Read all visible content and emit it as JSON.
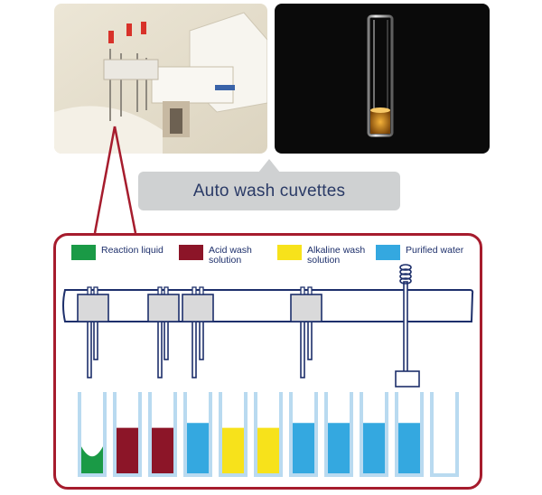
{
  "callout": {
    "label": "Auto wash cuvettes"
  },
  "legend": [
    {
      "label": "Reaction liquid",
      "color": "#1a9a46"
    },
    {
      "label": "Acid wash\nsolution",
      "color": "#8c1528"
    },
    {
      "label": "Alkaline wash\nsolution",
      "color": "#f7e21b"
    },
    {
      "label": "Purified water",
      "color": "#34a8e0"
    }
  ],
  "colors": {
    "frame": "#a61c2d",
    "rail": "#1d2f6b",
    "cuvette_wall": "#b9daf0",
    "probe_block": "#d9d9da"
  },
  "cuvettes": [
    {
      "liquid": "reaction",
      "color": "#1a9a46",
      "fill": 0.33
    },
    {
      "liquid": "acid",
      "color": "#8c1528",
      "fill": 0.56
    },
    {
      "liquid": "acid",
      "color": "#8c1528",
      "fill": 0.56
    },
    {
      "liquid": "water",
      "color": "#34a8e0",
      "fill": 0.62
    },
    {
      "liquid": "alkaline",
      "color": "#f7e21b",
      "fill": 0.56
    },
    {
      "liquid": "alkaline",
      "color": "#f7e21b",
      "fill": 0.56
    },
    {
      "liquid": "water",
      "color": "#34a8e0",
      "fill": 0.62
    },
    {
      "liquid": "water",
      "color": "#34a8e0",
      "fill": 0.62
    },
    {
      "liquid": "water",
      "color": "#34a8e0",
      "fill": 0.62
    },
    {
      "liquid": "water",
      "color": "#34a8e0",
      "fill": 0.62
    },
    {
      "liquid": "empty",
      "color": "#ffffff",
      "fill": 0
    }
  ]
}
